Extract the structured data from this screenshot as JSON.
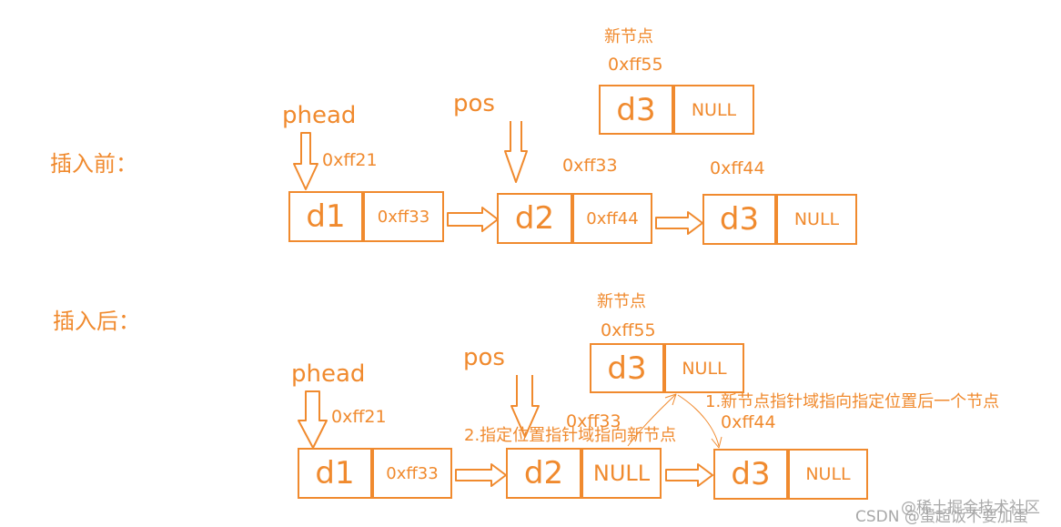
{
  "labels": {
    "before": "插入前：",
    "after": "插入后：",
    "new_node": "新节点",
    "phead": "phead",
    "pos": "pos",
    "step1": "1.新节点指针域指向指定位置后一个节点",
    "step2": "2.指定位置指针域指向新节点"
  },
  "addresses": {
    "a21": "0xff21",
    "a33": "0xff33",
    "a44": "0xff44",
    "a55": "0xff55"
  },
  "nodes": {
    "d1": "d1",
    "d2": "d2",
    "d3": "d3",
    "null": "NULL"
  },
  "watermark": {
    "line1": "@稀土掘金技术社区",
    "line2": "CSDN @蛋超饭不要加蛋"
  },
  "colors": {
    "accent": "#f08a2e"
  }
}
